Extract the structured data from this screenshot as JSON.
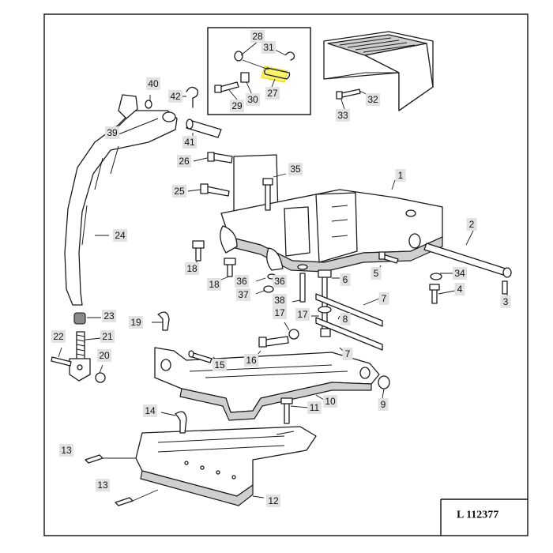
{
  "drawing_ref": "L 112377",
  "highlight_color": "#f7f15a",
  "frame_color": "#111111",
  "labels": [
    {
      "id": "1",
      "text": "1"
    },
    {
      "id": "2",
      "text": "2"
    },
    {
      "id": "3",
      "text": "3"
    },
    {
      "id": "4",
      "text": "4"
    },
    {
      "id": "5",
      "text": "5"
    },
    {
      "id": "6",
      "text": "6"
    },
    {
      "id": "7a",
      "text": "7"
    },
    {
      "id": "7b",
      "text": "7"
    },
    {
      "id": "8",
      "text": "8"
    },
    {
      "id": "9",
      "text": "9"
    },
    {
      "id": "10",
      "text": "10"
    },
    {
      "id": "11",
      "text": "11"
    },
    {
      "id": "12",
      "text": "12"
    },
    {
      "id": "13a",
      "text": "13"
    },
    {
      "id": "13b",
      "text": "13"
    },
    {
      "id": "14",
      "text": "14"
    },
    {
      "id": "15",
      "text": "15"
    },
    {
      "id": "16",
      "text": "16"
    },
    {
      "id": "17a",
      "text": "17"
    },
    {
      "id": "17b",
      "text": "17"
    },
    {
      "id": "18a",
      "text": "18"
    },
    {
      "id": "18b",
      "text": "18"
    },
    {
      "id": "19",
      "text": "19"
    },
    {
      "id": "20",
      "text": "20"
    },
    {
      "id": "21",
      "text": "21"
    },
    {
      "id": "22",
      "text": "22"
    },
    {
      "id": "23",
      "text": "23"
    },
    {
      "id": "24",
      "text": "24"
    },
    {
      "id": "25",
      "text": "25"
    },
    {
      "id": "26",
      "text": "26"
    },
    {
      "id": "27",
      "text": "27"
    },
    {
      "id": "28",
      "text": "28"
    },
    {
      "id": "29",
      "text": "29"
    },
    {
      "id": "30",
      "text": "30"
    },
    {
      "id": "31",
      "text": "31"
    },
    {
      "id": "32",
      "text": "32"
    },
    {
      "id": "33",
      "text": "33"
    },
    {
      "id": "34",
      "text": "34"
    },
    {
      "id": "35",
      "text": "35"
    },
    {
      "id": "36a",
      "text": "36"
    },
    {
      "id": "36b",
      "text": "36"
    },
    {
      "id": "37",
      "text": "37"
    },
    {
      "id": "38",
      "text": "38"
    },
    {
      "id": "39",
      "text": "39"
    },
    {
      "id": "40",
      "text": "40"
    },
    {
      "id": "41",
      "text": "41"
    },
    {
      "id": "42",
      "text": "42"
    }
  ]
}
